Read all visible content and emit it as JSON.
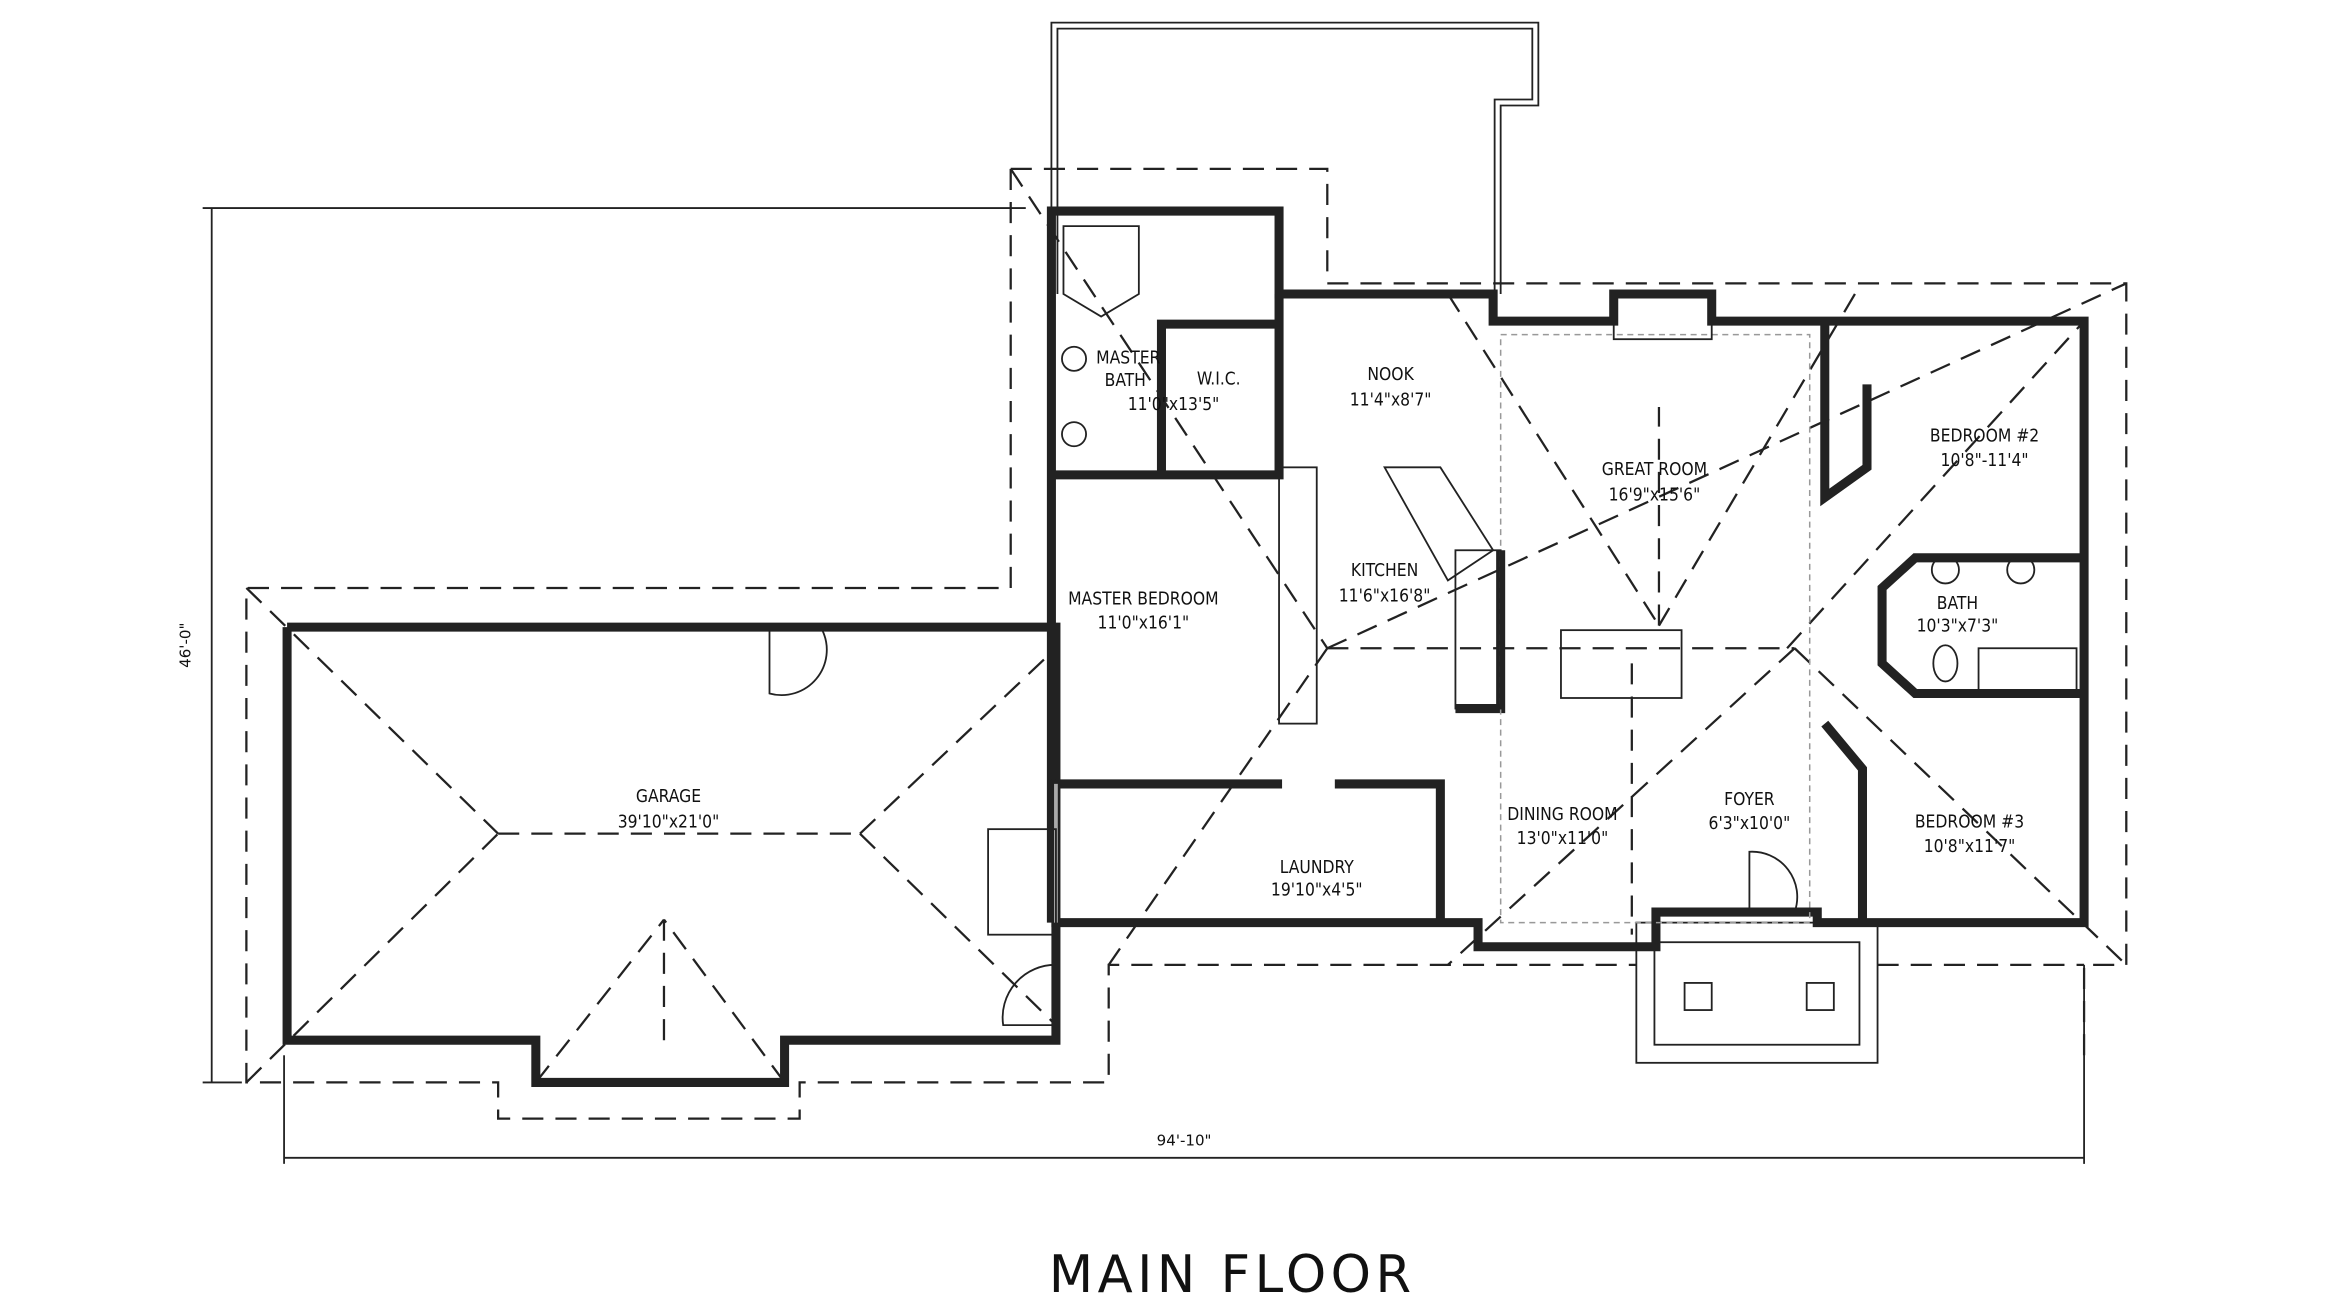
{
  "title": "MAIN FLOOR",
  "dimensions": {
    "overall_depth": "46'-0\"",
    "overall_width": "94'-10\""
  },
  "rooms": {
    "garage": {
      "name": "GARAGE",
      "size": "39'10\"x21'0\""
    },
    "master_bath": {
      "name_line1": "MASTER",
      "name_line2": "BATH",
      "size": "11'0\"x13'5\""
    },
    "wic": {
      "name": "W.I.C."
    },
    "nook": {
      "name": "NOOK",
      "size": "11'4\"x8'7\""
    },
    "great_room": {
      "name": "GREAT ROOM",
      "size": "16'9\"x15'6\""
    },
    "bedroom2": {
      "name": "BEDROOM #2",
      "size": "10'8\"-11'4\""
    },
    "kitchen": {
      "name": "KITCHEN",
      "size": "11'6\"x16'8\""
    },
    "master_bedroom": {
      "name": "MASTER BEDROOM",
      "size": "11'0\"x16'1\""
    },
    "bath": {
      "name": "BATH",
      "size": "10'3\"x7'3\""
    },
    "dining_room": {
      "name": "DINING ROOM",
      "size": "13'0\"x11'0\""
    },
    "foyer": {
      "name": "FOYER",
      "size": "6'3\"x10'0\""
    },
    "bedroom3": {
      "name": "BEDROOM #3",
      "size": "10'8\"x11'7\""
    },
    "laundry": {
      "name": "LAUNDRY",
      "size": "19'10\"x4'5\""
    }
  }
}
